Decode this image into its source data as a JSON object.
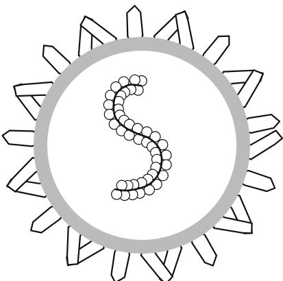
{
  "diagram": {
    "spike_count": 26,
    "envelope_color": "#bbbbbb",
    "outline_color": "#111111",
    "fill_color": "#ffffff",
    "background_color": "#ffffff",
    "genome_shape": "S",
    "genome_bead_count": 44
  }
}
